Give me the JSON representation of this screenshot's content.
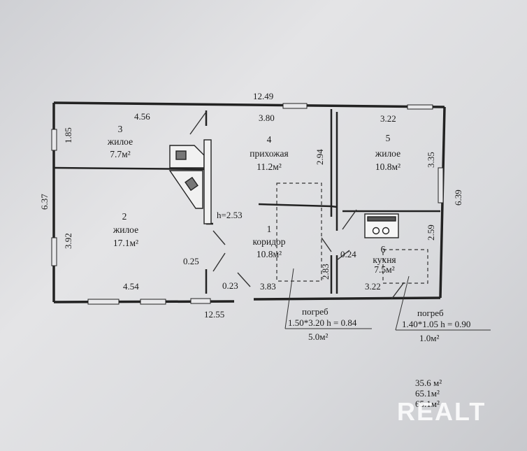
{
  "dimensions": {
    "overall_top": "12.49",
    "overall_bottom": "12.55",
    "left_height": "6.37",
    "right_height": "6.39",
    "r3_top": "4.56",
    "r3_side": "1.85",
    "r4_top": "3.80",
    "r4_side": "2.94",
    "r5_top": "3.22",
    "r5_side": "3.35",
    "r2_side": "3.92",
    "r2_bottom": "4.54",
    "stove_h": "h=2.53",
    "r2_corner": "0.25",
    "door_gap": "0.23",
    "corridor_bottom": "3.83",
    "corridor_side": "2.83",
    "kitchen_gap": "0.24",
    "kitchen_bottom": "3.22",
    "kitchen_side": "2.59"
  },
  "rooms": [
    {
      "num": "1",
      "name": "коридор",
      "area": "10.8м²"
    },
    {
      "num": "2",
      "name": "жилое",
      "area": "17.1м²"
    },
    {
      "num": "3",
      "name": "жилое",
      "area": "7.7м²"
    },
    {
      "num": "4",
      "name": "прихожая",
      "area": "11.2м²"
    },
    {
      "num": "5",
      "name": "жилое",
      "area": "10.8м²"
    },
    {
      "num": "6",
      "name": "кухня",
      "area": "7.5м²"
    }
  ],
  "cellars": [
    {
      "title": "погреб",
      "dims": "1.50*3.20 h = 0.84",
      "area": "5.0м²"
    },
    {
      "title": "погреб",
      "dims": "1.40*1.05 h = 0.90",
      "area": "1.0м²"
    }
  ],
  "summary": [
    "35.6 м²",
    "65.1м²",
    "65.1м²"
  ],
  "watermark": "REALT"
}
